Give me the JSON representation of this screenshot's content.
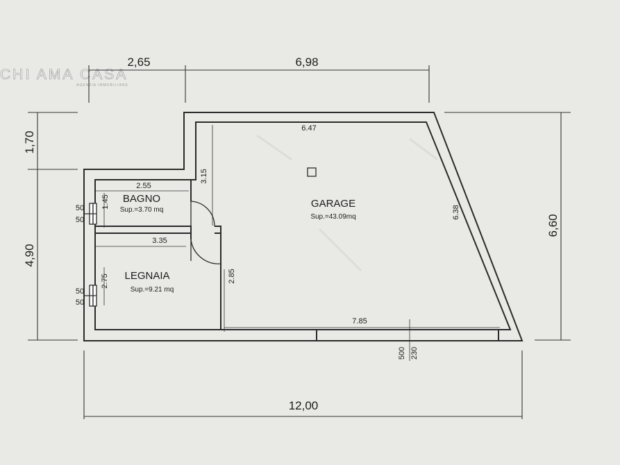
{
  "watermark": {
    "brand": "CHI AMA CASA",
    "tagline": "AGENZIA IMMOBILIARE"
  },
  "exterior_dimensions": {
    "top_left": "2,65",
    "top_right": "6,98",
    "left_upper": "1,70",
    "left_lower": "4,90",
    "right": "6,60",
    "bottom": "12,00"
  },
  "interior_dimensions": {
    "garage_top": "6.47",
    "garage_left_upper": "3.15",
    "garage_slant": "6.38",
    "garage_left_lower": "2.85",
    "garage_bottom": "7.85",
    "opening_500": "500",
    "opening_230": "230",
    "bagno_top": "2.55",
    "bagno_side": "1.45",
    "legnaia_top": "3.35",
    "legnaia_side": "2.75",
    "window_bagno_1": "50",
    "window_bagno_2": "50",
    "window_legnaia_1": "50",
    "window_legnaia_2": "50"
  },
  "rooms": {
    "garage": {
      "name": "GARAGE",
      "area": "Sup.=43.09mq"
    },
    "bagno": {
      "name": "BAGNO",
      "area": "Sup.=3.70 mq"
    },
    "legnaia": {
      "name": "LEGNAIA",
      "area": "Sup.=9.21 mq"
    }
  }
}
